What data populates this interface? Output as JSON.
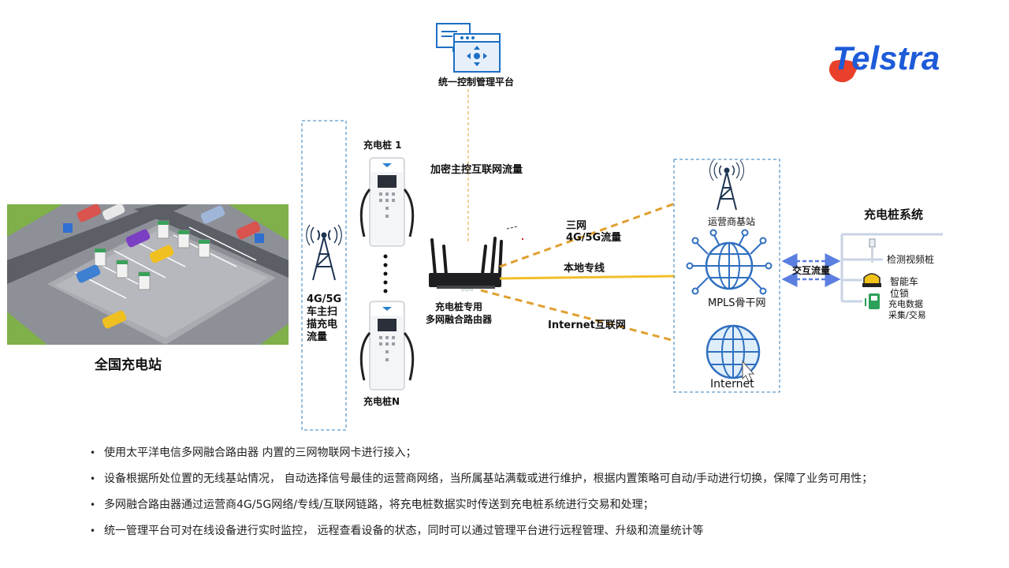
{
  "colors": {
    "dash_orange": "#e0a030",
    "solid_yellow": "#f2be2a",
    "box_blue": "#2f7fbf",
    "arrow_blue": "#5b7fe0",
    "logo_blue": "#1d5bd8",
    "logo_red": "#e8402a"
  },
  "logo": {
    "text": "Telstra"
  },
  "platform": {
    "label": "统一控制管理平台"
  },
  "station": {
    "label": "全国充电站"
  },
  "link_4g5g": {
    "label": "4G/5G\n车主扫\n描充电\n流量"
  },
  "piles": {
    "top_label": "充电桩 1",
    "bottom_label": "充电桩N"
  },
  "encrypted_flow": {
    "label": "加密主控互联网流量"
  },
  "router": {
    "label": "充电桩专用\n多网融合路由器",
    "brand": "ynyne"
  },
  "routes": {
    "three_net": "三网\n4G/5G流量",
    "private_line": "本地专线",
    "internet": "Internet互联网"
  },
  "network": {
    "base_station": "运营商基站",
    "mpls": "MPLS骨干网",
    "internet": "Internet"
  },
  "interaction": {
    "label": "交互流量"
  },
  "system": {
    "title": "充电桩系统",
    "items": [
      "检测视频桩",
      "智能车\n位锁",
      "充电数据\n采集/交易"
    ]
  },
  "bullets": [
    "使用太平洋电信多网融合路由器 内置的三网物联网卡进行接入；",
    "设备根据所处位置的无线基站情况， 自动选择信号最佳的运营商网络，当所属基站满载或进行维护，根据内置策略可自动/手动进行切换，保障了业务可用性；",
    "多网融合路由器通过运营商4G/5G网络/专线/互联网链路，将充电桩数据实时传送到充电桩系统进行交易和处理；",
    "统一管理平台可对在线设备进行实时监控， 远程查看设备的状态，同时可以通过管理平台进行远程管理、升级和流量统计等"
  ]
}
